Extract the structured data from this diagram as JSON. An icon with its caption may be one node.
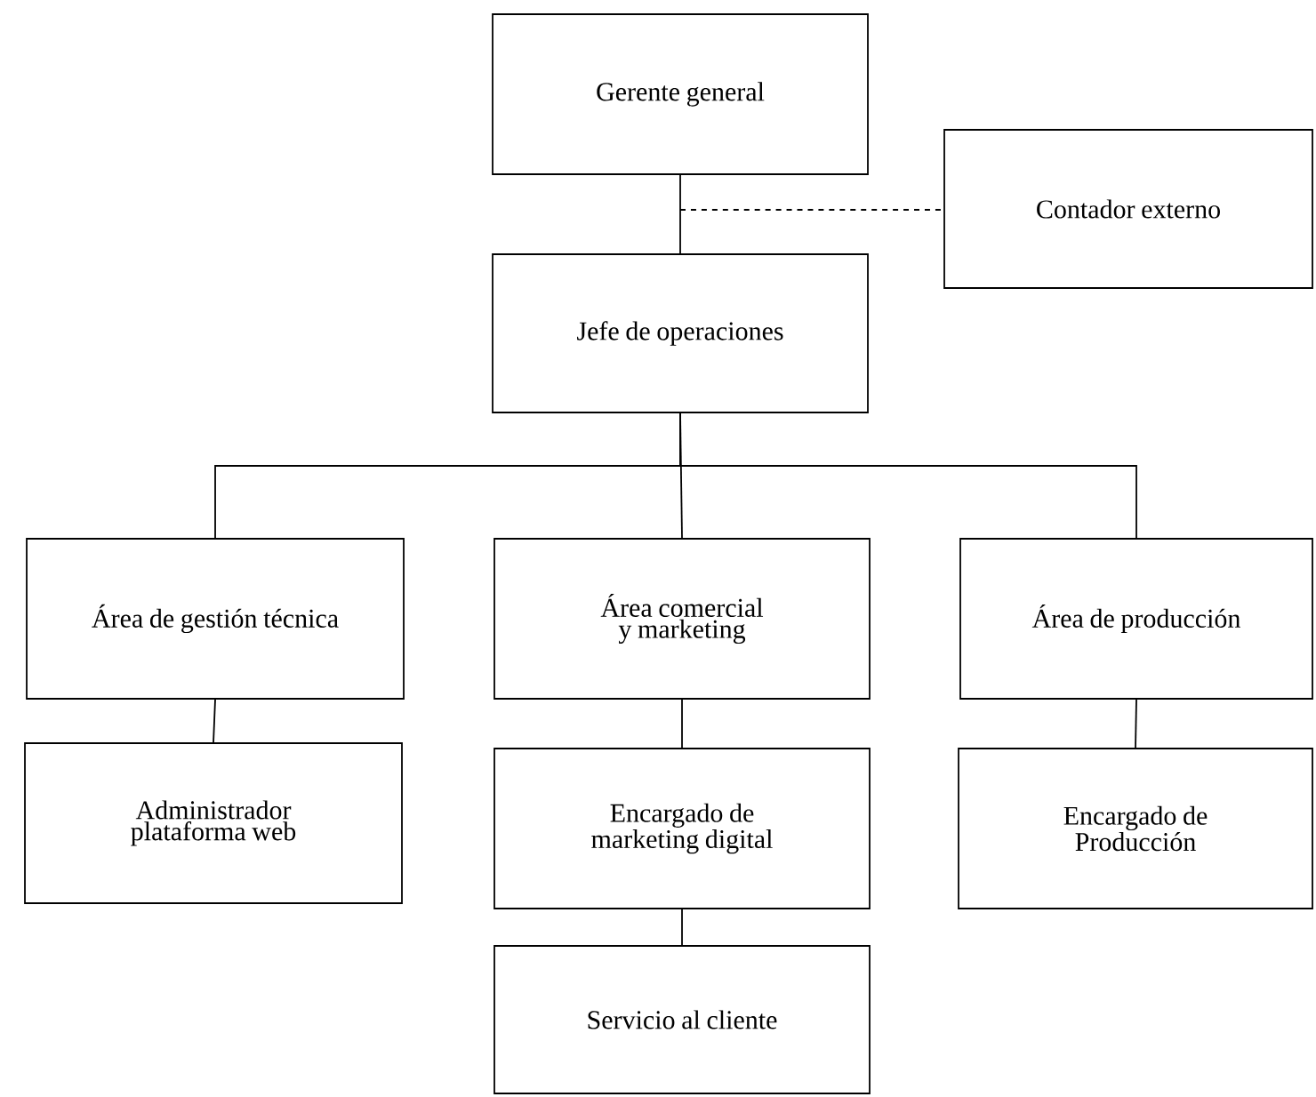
{
  "diagram": {
    "nodes": [
      {
        "text": [
          "Gerente general"
        ]
      },
      {
        "text": [
          "Contador externo"
        ]
      },
      {
        "text": [
          "Jefe de operaciones"
        ]
      },
      {
        "text": [
          "Área de gestión técnica"
        ]
      },
      {
        "text": [
          "Área comercial y marketing"
        ]
      },
      {
        "text": [
          "Área de producción"
        ]
      },
      {
        "text": [
          "Administrador plataforma web"
        ]
      },
      {
        "text": [
          "Encargado de marketing digital"
        ]
      },
      {
        "text": [
          "Encargado de Producción"
        ]
      },
      {
        "text": [
          "Servicio al cliente"
        ]
      }
    ],
    "edges": [
      {
        "from": 0,
        "to": 2,
        "arrow": "none"
      },
      {
        "from": 0,
        "to": 1,
        "arrow": "none",
        "style": "dashed"
      },
      {
        "from": 2,
        "to": 3,
        "arrow": "none"
      },
      {
        "from": 2,
        "to": 4,
        "arrow": "none"
      },
      {
        "from": 2,
        "to": 5,
        "arrow": "none"
      },
      {
        "from": 3,
        "to": 6,
        "arrow": "none"
      },
      {
        "from": 4,
        "to": 7,
        "arrow": "none"
      },
      {
        "from": 7,
        "to": 9,
        "arrow": "none"
      },
      {
        "from": 5,
        "to": 8,
        "arrow": "none"
      }
    ]
  }
}
